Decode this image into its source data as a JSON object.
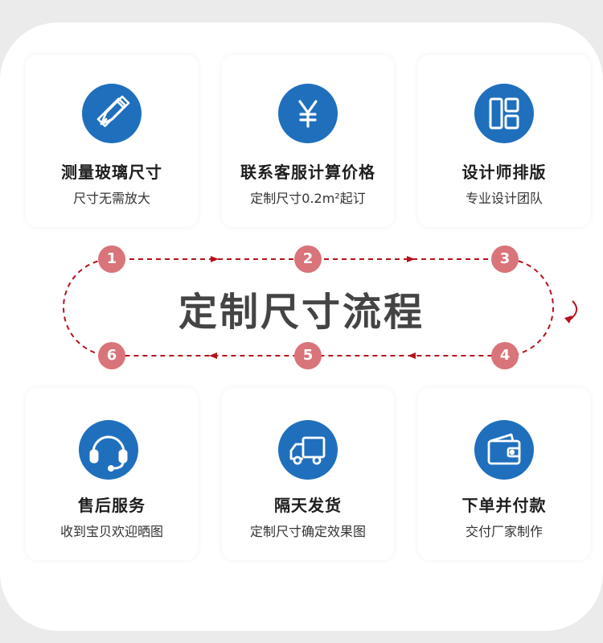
{
  "colors": {
    "accent_blue": "#1f6fbd",
    "step_red": "#d8747a",
    "dash_red": "#b5121b"
  },
  "title": "定制尺寸流程",
  "cards": [
    {
      "icon": "pencil-ruler-icon",
      "title": "测量玻璃尺寸",
      "subtitle": "尺寸无需放大"
    },
    {
      "icon": "yen-icon",
      "title": "联系客服计算价格",
      "subtitle": "定制尺寸0.2m²起订"
    },
    {
      "icon": "layout-icon",
      "title": "设计师排版",
      "subtitle": "专业设计团队"
    },
    {
      "icon": "headset-icon",
      "title": "售后服务",
      "subtitle": "收到宝贝欢迎晒图"
    },
    {
      "icon": "truck-icon",
      "title": "隔天发货",
      "subtitle": "定制尺寸确定效果图"
    },
    {
      "icon": "wallet-icon",
      "title": "下单并付款",
      "subtitle": "交付厂家制作"
    }
  ],
  "steps": [
    "1",
    "2",
    "3",
    "4",
    "5",
    "6"
  ]
}
